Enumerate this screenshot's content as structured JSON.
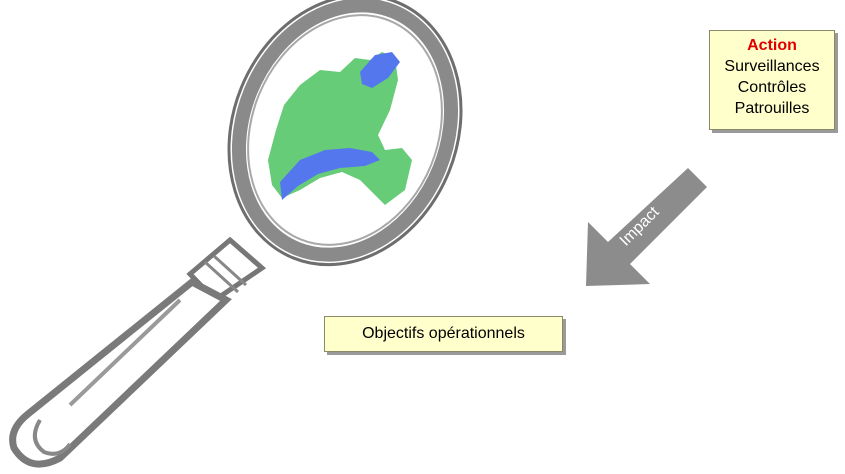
{
  "action_box": {
    "title": "Action",
    "items": [
      "Surveillances",
      "Contrôles",
      "Patrouilles"
    ]
  },
  "impact_arrow": {
    "label": "Impact"
  },
  "objectifs_box": {
    "label": "Objectifs opérationnels"
  },
  "colors": {
    "land": "#66cc77",
    "lake": "#5577ee",
    "magnifier": "#8a8a8a",
    "arrow": "#8c8c8c",
    "box_fill": "#ffffcc",
    "title_red": "#e00000"
  }
}
